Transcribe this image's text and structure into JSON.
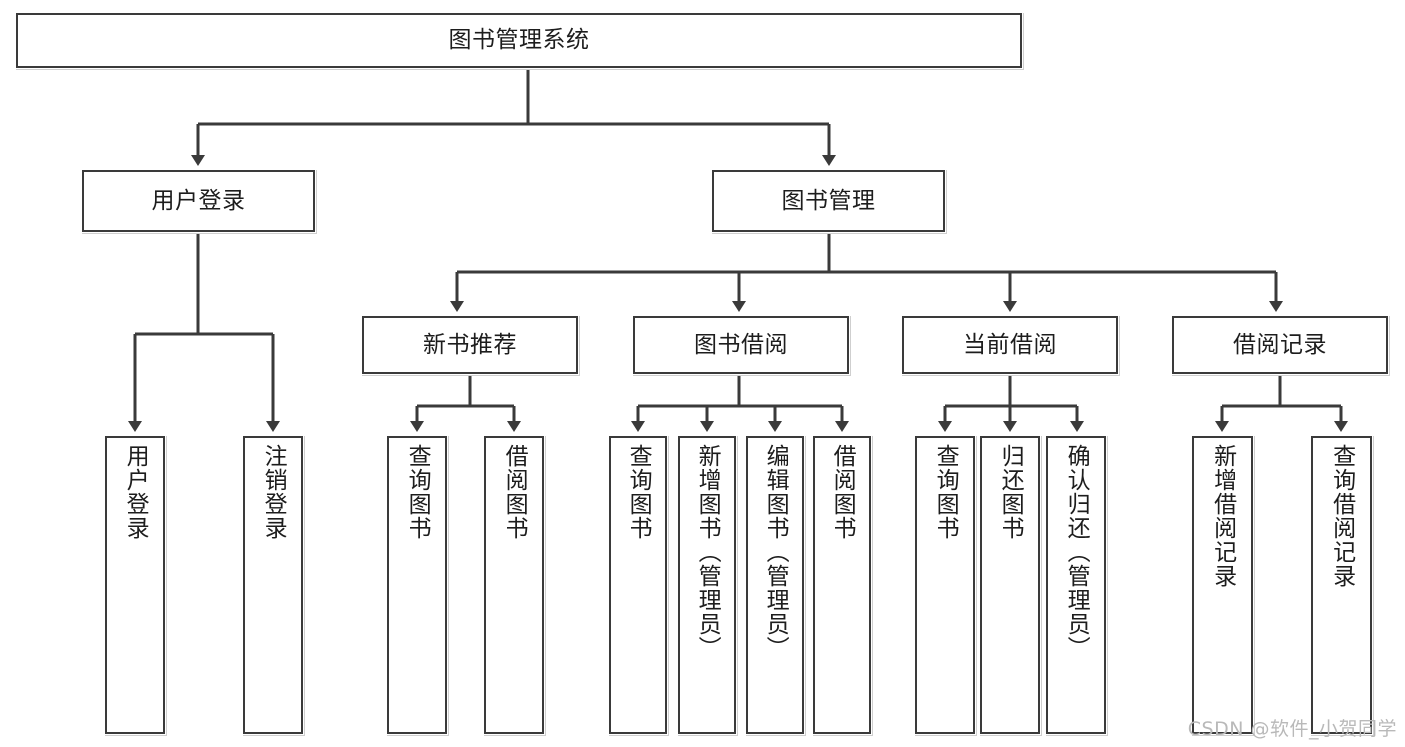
{
  "diagram": {
    "title": "图书管理系统",
    "type": "tree",
    "root": {
      "label": "图书管理系统"
    },
    "level2": [
      {
        "label": "用户登录"
      },
      {
        "label": "图书管理"
      }
    ],
    "level3": [
      {
        "label": "新书推荐"
      },
      {
        "label": "图书借阅"
      },
      {
        "label": "当前借阅"
      },
      {
        "label": "借阅记录"
      }
    ],
    "leaves": {
      "user_login": [
        {
          "label": "用户登录"
        },
        {
          "label": "注销登录"
        }
      ],
      "new_book_recommend": [
        {
          "label": "查询图书"
        },
        {
          "label": "借阅图书"
        }
      ],
      "book_borrow": [
        {
          "label": "查询图书"
        },
        {
          "label": "新增图书（管理员）"
        },
        {
          "label": "编辑图书（管理员）"
        },
        {
          "label": "借阅图书"
        }
      ],
      "current_borrow": [
        {
          "label": "查询图书"
        },
        {
          "label": "归还图书"
        },
        {
          "label": "确认归还（管理员）"
        }
      ],
      "borrow_records": [
        {
          "label": "新增借阅记录"
        },
        {
          "label": "查询借阅记录"
        }
      ]
    }
  },
  "watermark": {
    "text": "CSDN @软件_小贺同学"
  },
  "colors": {
    "stroke": "#3a3a3a",
    "node_fill": "#ffffff",
    "text": "#1d1d1d",
    "watermark": "#b9b9b9"
  }
}
